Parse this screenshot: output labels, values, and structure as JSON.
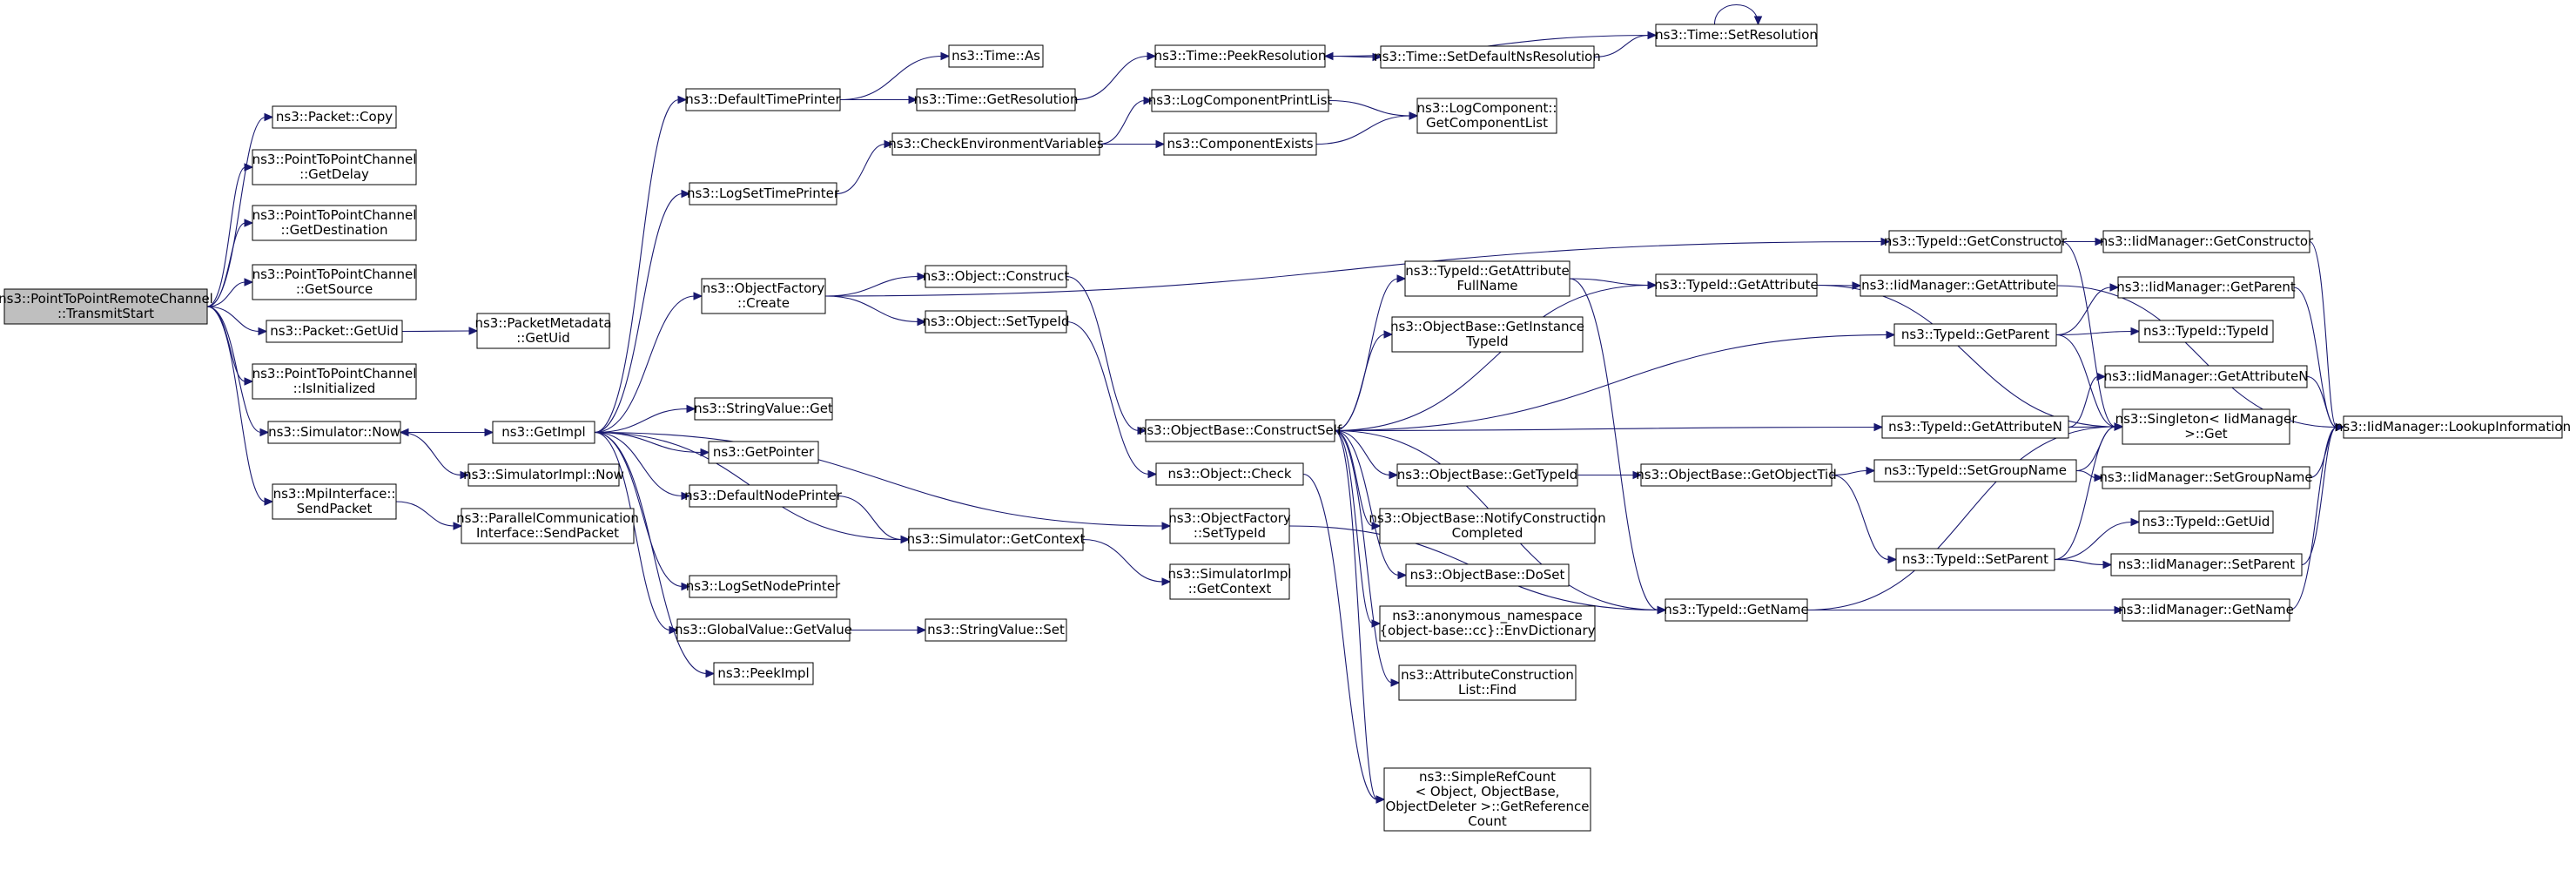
{
  "graph": {
    "edge_color": "#191970",
    "root_fill": "#bfbfbf",
    "nodes": [
      {
        "id": "root",
        "lines": [
          "ns3::PointToPointRemoteChannel",
          "::TransmitStart"
        ]
      },
      {
        "id": "packet_copy",
        "lines": [
          "ns3::Packet::Copy"
        ]
      },
      {
        "id": "p2p_getdelay",
        "lines": [
          "ns3::PointToPointChannel",
          "::GetDelay"
        ]
      },
      {
        "id": "p2p_getdest",
        "lines": [
          "ns3::PointToPointChannel",
          "::GetDestination"
        ]
      },
      {
        "id": "p2p_getsource",
        "lines": [
          "ns3::PointToPointChannel",
          "::GetSource"
        ]
      },
      {
        "id": "packet_getuid",
        "lines": [
          "ns3::Packet::GetUid"
        ]
      },
      {
        "id": "p2p_isinit",
        "lines": [
          "ns3::PointToPointChannel",
          "::IsInitialized"
        ]
      },
      {
        "id": "sim_now",
        "lines": [
          "ns3::Simulator::Now"
        ]
      },
      {
        "id": "mpi_send",
        "lines": [
          "ns3::MpiInterface::",
          "SendPacket"
        ]
      },
      {
        "id": "pktmeta_getuid",
        "lines": [
          "ns3::PacketMetadata",
          "::GetUid"
        ]
      },
      {
        "id": "parallel_send",
        "lines": [
          "ns3::ParallelCommunication",
          "Interface::SendPacket"
        ]
      },
      {
        "id": "getimpl",
        "lines": [
          "ns3::GetImpl"
        ]
      },
      {
        "id": "simimpl_now",
        "lines": [
          "ns3::SimulatorImpl::Now"
        ]
      },
      {
        "id": "default_time_printer",
        "lines": [
          "ns3::DefaultTimePrinter"
        ]
      },
      {
        "id": "log_set_time_printer",
        "lines": [
          "ns3::LogSetTimePrinter"
        ]
      },
      {
        "id": "objfactory_create",
        "lines": [
          "ns3::ObjectFactory",
          "::Create"
        ]
      },
      {
        "id": "stringvalue_get",
        "lines": [
          "ns3::StringValue::Get"
        ]
      },
      {
        "id": "getpointer",
        "lines": [
          "ns3::GetPointer"
        ]
      },
      {
        "id": "default_node_printer",
        "lines": [
          "ns3::DefaultNodePrinter"
        ]
      },
      {
        "id": "log_set_node_printer",
        "lines": [
          "ns3::LogSetNodePrinter"
        ]
      },
      {
        "id": "globalvalue_getvalue",
        "lines": [
          "ns3::GlobalValue::GetValue"
        ]
      },
      {
        "id": "peekimpl",
        "lines": [
          "ns3::PeekImpl"
        ]
      },
      {
        "id": "time_as",
        "lines": [
          "ns3::Time::As"
        ]
      },
      {
        "id": "time_getres",
        "lines": [
          "ns3::Time::GetResolution"
        ]
      },
      {
        "id": "check_env",
        "lines": [
          "ns3::CheckEnvironmentVariables"
        ]
      },
      {
        "id": "object_construct",
        "lines": [
          "ns3::Object::Construct"
        ]
      },
      {
        "id": "object_settypeid",
        "lines": [
          "ns3::Object::SetTypeId"
        ]
      },
      {
        "id": "object_check",
        "lines": [
          "ns3::Object::Check"
        ]
      },
      {
        "id": "sim_getcontext",
        "lines": [
          "ns3::Simulator::GetContext"
        ]
      },
      {
        "id": "stringvalue_set",
        "lines": [
          "ns3::StringValue::Set"
        ]
      },
      {
        "id": "objfactory_settypeid",
        "lines": [
          "ns3::ObjectFactory",
          "::SetTypeId"
        ]
      },
      {
        "id": "simimpl_getcontext",
        "lines": [
          "ns3::SimulatorImpl",
          "::GetContext"
        ]
      },
      {
        "id": "time_peekres",
        "lines": [
          "ns3::Time::PeekResolution"
        ]
      },
      {
        "id": "logcomp_printlist",
        "lines": [
          "ns3::LogComponentPrintList"
        ]
      },
      {
        "id": "component_exists",
        "lines": [
          "ns3::ComponentExists"
        ]
      },
      {
        "id": "objbase_constructself",
        "lines": [
          "ns3::ObjectBase::ConstructSelf"
        ]
      },
      {
        "id": "typeid_getattrfullname",
        "lines": [
          "ns3::TypeId::GetAttribute",
          "FullName"
        ]
      },
      {
        "id": "objbase_getinstancetypeid",
        "lines": [
          "ns3::ObjectBase::GetInstance",
          "TypeId"
        ]
      },
      {
        "id": "objbase_gettypeid",
        "lines": [
          "ns3::ObjectBase::GetTypeId"
        ]
      },
      {
        "id": "objbase_notify",
        "lines": [
          "ns3::ObjectBase::NotifyConstruction",
          "Completed"
        ]
      },
      {
        "id": "objbase_doset",
        "lines": [
          "ns3::ObjectBase::DoSet"
        ]
      },
      {
        "id": "anon_envdict",
        "lines": [
          "ns3::anonymous_namespace",
          "{object-base::cc}::EnvDictionary"
        ]
      },
      {
        "id": "attrconstr_find",
        "lines": [
          "ns3::AttributeConstruction",
          "List::Find"
        ]
      },
      {
        "id": "simplerefcount",
        "lines": [
          "ns3::SimpleRefCount",
          "< Object, ObjectBase,",
          "ObjectDeleter >::GetReference",
          "Count"
        ]
      },
      {
        "id": "time_setdefaultns",
        "lines": [
          "ns3::Time::SetDefaultNsResolution"
        ]
      },
      {
        "id": "logcomp_getlist",
        "lines": [
          "ns3::LogComponent::",
          "GetComponentList"
        ]
      },
      {
        "id": "time_setres",
        "lines": [
          "ns3::Time::SetResolution"
        ]
      },
      {
        "id": "typeid_getconstructor",
        "lines": [
          "ns3::TypeId::GetConstructor"
        ]
      },
      {
        "id": "typeid_getattribute",
        "lines": [
          "ns3::TypeId::GetAttribute"
        ]
      },
      {
        "id": "typeid_getparent",
        "lines": [
          "ns3::TypeId::GetParent"
        ]
      },
      {
        "id": "typeid_getattributen",
        "lines": [
          "ns3::TypeId::GetAttributeN"
        ]
      },
      {
        "id": "objbase_getobjecttid",
        "lines": [
          "ns3::ObjectBase::GetObjectTid"
        ]
      },
      {
        "id": "typeid_getname",
        "lines": [
          "ns3::TypeId::GetName"
        ]
      },
      {
        "id": "typeid_setgroupname",
        "lines": [
          "ns3::TypeId::SetGroupName"
        ]
      },
      {
        "id": "typeid_setparent",
        "lines": [
          "ns3::TypeId::SetParent"
        ]
      },
      {
        "id": "iid_getconstructor",
        "lines": [
          "ns3::IidManager::GetConstructor"
        ]
      },
      {
        "id": "iid_getattribute",
        "lines": [
          "ns3::IidManager::GetAttribute"
        ]
      },
      {
        "id": "iid_getparent",
        "lines": [
          "ns3::IidManager::GetParent"
        ]
      },
      {
        "id": "typeid_typeid",
        "lines": [
          "ns3::TypeId::TypeId"
        ]
      },
      {
        "id": "iid_getattributen",
        "lines": [
          "ns3::IidManager::GetAttributeN"
        ]
      },
      {
        "id": "singleton_get",
        "lines": [
          "ns3::Singleton< IidManager",
          ">::Get"
        ]
      },
      {
        "id": "iid_setgroupname",
        "lines": [
          "ns3::IidManager::SetGroupName"
        ]
      },
      {
        "id": "typeid_getuid",
        "lines": [
          "ns3::TypeId::GetUid"
        ]
      },
      {
        "id": "iid_setparent",
        "lines": [
          "ns3::IidManager::SetParent"
        ]
      },
      {
        "id": "iid_getname",
        "lines": [
          "ns3::IidManager::GetName"
        ]
      },
      {
        "id": "iid_lookupinfo",
        "lines": [
          "ns3::IidManager::LookupInformation"
        ]
      }
    ],
    "edges": [
      [
        "root",
        "packet_copy"
      ],
      [
        "root",
        "p2p_getdelay"
      ],
      [
        "root",
        "p2p_getdest"
      ],
      [
        "root",
        "p2p_getsource"
      ],
      [
        "root",
        "packet_getuid"
      ],
      [
        "root",
        "p2p_isinit"
      ],
      [
        "root",
        "sim_now"
      ],
      [
        "root",
        "mpi_send"
      ],
      [
        "packet_getuid",
        "pktmeta_getuid"
      ],
      [
        "mpi_send",
        "parallel_send"
      ],
      [
        "sim_now",
        "getimpl"
      ],
      [
        "sim_now",
        "simimpl_now"
      ],
      [
        "getimpl",
        "default_time_printer"
      ],
      [
        "getimpl",
        "log_set_time_printer"
      ],
      [
        "getimpl",
        "objfactory_create"
      ],
      [
        "getimpl",
        "stringvalue_get"
      ],
      [
        "getimpl",
        "getpointer"
      ],
      [
        "getimpl",
        "default_node_printer"
      ],
      [
        "getimpl",
        "sim_getcontext"
      ],
      [
        "getimpl",
        "log_set_node_printer"
      ],
      [
        "getimpl",
        "globalvalue_getvalue"
      ],
      [
        "getimpl",
        "peekimpl"
      ],
      [
        "getimpl",
        "objfactory_settypeid"
      ],
      [
        "getimpl",
        "sim_now"
      ],
      [
        "default_time_printer",
        "time_as"
      ],
      [
        "default_time_printer",
        "time_getres"
      ],
      [
        "time_getres",
        "time_peekres"
      ],
      [
        "time_peekres",
        "time_setdefaultns"
      ],
      [
        "time_setdefaultns",
        "time_setres"
      ],
      [
        "time_setres",
        "time_peekres"
      ],
      [
        "time_setres",
        "time_setres"
      ],
      [
        "log_set_time_printer",
        "check_env"
      ],
      [
        "check_env",
        "logcomp_printlist"
      ],
      [
        "check_env",
        "component_exists"
      ],
      [
        "logcomp_printlist",
        "logcomp_getlist"
      ],
      [
        "component_exists",
        "logcomp_getlist"
      ],
      [
        "objfactory_create",
        "object_construct"
      ],
      [
        "objfactory_create",
        "object_settypeid"
      ],
      [
        "objfactory_create",
        "typeid_getconstructor"
      ],
      [
        "object_construct",
        "objbase_constructself"
      ],
      [
        "object_settypeid",
        "object_check"
      ],
      [
        "default_node_printer",
        "sim_getcontext"
      ],
      [
        "sim_getcontext",
        "simimpl_getcontext"
      ],
      [
        "globalvalue_getvalue",
        "stringvalue_set"
      ],
      [
        "objfactory_settypeid",
        "typeid_getname"
      ],
      [
        "objbase_constructself",
        "typeid_getattrfullname"
      ],
      [
        "objbase_constructself",
        "objbase_getinstancetypeid"
      ],
      [
        "objbase_constructself",
        "objbase_gettypeid"
      ],
      [
        "objbase_constructself",
        "objbase_notify"
      ],
      [
        "objbase_constructself",
        "objbase_doset"
      ],
      [
        "objbase_constructself",
        "anon_envdict"
      ],
      [
        "objbase_constructself",
        "attrconstr_find"
      ],
      [
        "objbase_constructself",
        "simplerefcount"
      ],
      [
        "objbase_constructself",
        "typeid_getattribute"
      ],
      [
        "objbase_constructself",
        "typeid_getparent"
      ],
      [
        "objbase_constructself",
        "typeid_getattributen"
      ],
      [
        "objbase_constructself",
        "typeid_getname"
      ],
      [
        "object_check",
        "simplerefcount"
      ],
      [
        "typeid_getattrfullname",
        "typeid_getattribute"
      ],
      [
        "typeid_getattrfullname",
        "typeid_getname"
      ],
      [
        "objbase_gettypeid",
        "objbase_getobjecttid"
      ],
      [
        "objbase_getobjecttid",
        "typeid_setgroupname"
      ],
      [
        "objbase_getobjecttid",
        "typeid_setparent"
      ],
      [
        "typeid_getconstructor",
        "iid_getconstructor"
      ],
      [
        "typeid_getconstructor",
        "singleton_get"
      ],
      [
        "typeid_getattribute",
        "iid_getattribute"
      ],
      [
        "typeid_getattribute",
        "singleton_get"
      ],
      [
        "typeid_getparent",
        "iid_getparent"
      ],
      [
        "typeid_getparent",
        "typeid_typeid"
      ],
      [
        "typeid_getparent",
        "singleton_get"
      ],
      [
        "typeid_getattributen",
        "iid_getattributen"
      ],
      [
        "typeid_getattributen",
        "singleton_get"
      ],
      [
        "typeid_setgroupname",
        "iid_setgroupname"
      ],
      [
        "typeid_setgroupname",
        "singleton_get"
      ],
      [
        "typeid_setparent",
        "typeid_getuid"
      ],
      [
        "typeid_setparent",
        "iid_setparent"
      ],
      [
        "typeid_setparent",
        "singleton_get"
      ],
      [
        "typeid_getname",
        "iid_getname"
      ],
      [
        "typeid_getname",
        "singleton_get"
      ],
      [
        "iid_getconstructor",
        "iid_lookupinfo"
      ],
      [
        "iid_getattribute",
        "iid_lookupinfo"
      ],
      [
        "iid_getparent",
        "iid_lookupinfo"
      ],
      [
        "iid_getattributen",
        "iid_lookupinfo"
      ],
      [
        "iid_setgroupname",
        "iid_lookupinfo"
      ],
      [
        "iid_setparent",
        "iid_lookupinfo"
      ],
      [
        "iid_getname",
        "iid_lookupinfo"
      ]
    ]
  }
}
